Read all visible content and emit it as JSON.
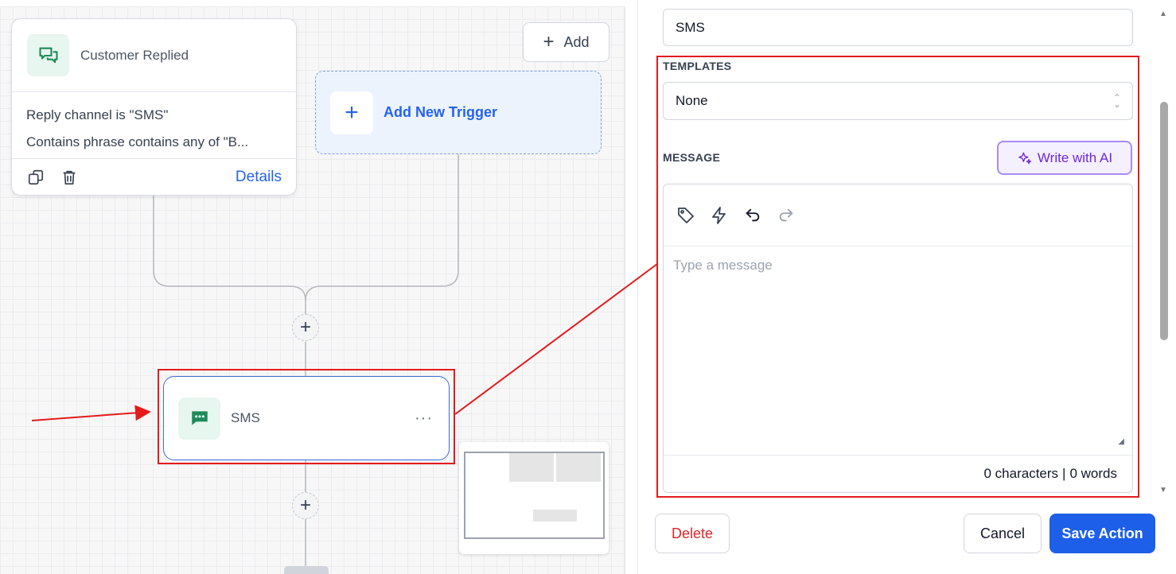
{
  "canvas": {
    "trigger": {
      "title": "Customer Replied",
      "conditions": [
        "Reply channel is \"SMS\"",
        "Contains phrase contains any of \"B..."
      ],
      "details_label": "Details"
    },
    "add_button": {
      "label": "Add",
      "icon": "plus-icon"
    },
    "new_trigger": {
      "label": "Add New Trigger",
      "icon": "plus-icon"
    },
    "sms_node": {
      "label": "SMS",
      "icon": "chat-bubble-icon",
      "menu_icon": "more-dots-icon"
    }
  },
  "panel": {
    "action_name_value": "SMS",
    "templates_label": "TEMPLATES",
    "template_selected": "None",
    "message_label": "MESSAGE",
    "ai_button_label": "Write with AI",
    "message_placeholder": "Type a message",
    "counter": {
      "characters": "0 characters",
      "words": "0 words"
    },
    "toolbar_icons": [
      "tag-icon",
      "lightning-icon",
      "undo-icon",
      "redo-icon"
    ],
    "buttons": {
      "delete": "Delete",
      "cancel": "Cancel",
      "save": "Save Action"
    }
  },
  "colors": {
    "accent": "#1d5fe8",
    "link": "#2563eb",
    "danger": "#dc2626",
    "highlight": "#e31b1b",
    "ai": "#6d28d9",
    "icon_green": "#1e8a5a"
  }
}
